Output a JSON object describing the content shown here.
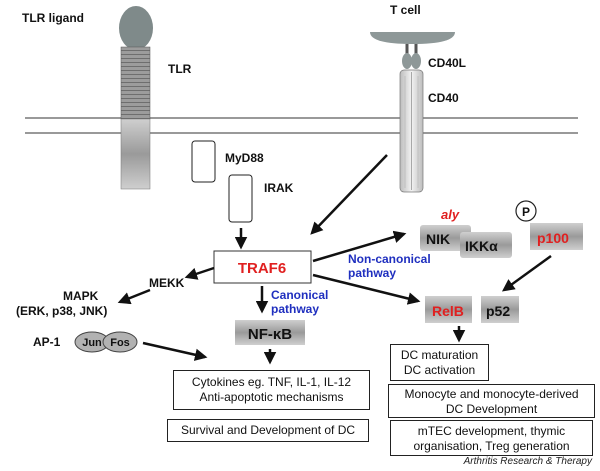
{
  "labels": {
    "tlr_ligand": "TLR ligand",
    "tlr": "TLR",
    "t_cell": "T cell",
    "cd40l": "CD40L",
    "cd40": "CD40",
    "myd88": "MyD88",
    "irak": "IRAK",
    "traf6": "TRAF6",
    "mekk": "MEKK",
    "mapk_line1": "MAPK",
    "mapk_line2": "(ERK, p38, JNK)",
    "ap1": "AP-1",
    "jun": "Jun",
    "fos": "Fos",
    "canonical_line1": "Canonical",
    "canonical_line2": "pathway",
    "nfkb": "NF-κB",
    "noncanonical_line1": "Non-canonical",
    "noncanonical_line2": "pathway",
    "aly": "aly",
    "nik": "NIK",
    "ikka": "IKKα",
    "p": "P",
    "p100": "p100",
    "relb": "RelB",
    "p52": "p52"
  },
  "boxes": {
    "cytokines_line1": "Cytokines eg. TNF, IL-1, IL-12",
    "cytokines_line2": "Anti-apoptotic mechanisms",
    "survival": "Survival and Development of DC",
    "dc_maturation_line1": "DC maturation",
    "dc_maturation_line2": "DC activation",
    "monocyte_line1": "Monocyte and monocyte-derived",
    "monocyte_line2": "DC Development",
    "mtec_line1": "mTEC development, thymic",
    "mtec_line2": "organisation, Treg generation"
  },
  "credit": "Arthritis Research & Therapy",
  "colors": {
    "red": "#e02020",
    "blue": "#1f2fbf",
    "grey": "#a9a9a9"
  }
}
